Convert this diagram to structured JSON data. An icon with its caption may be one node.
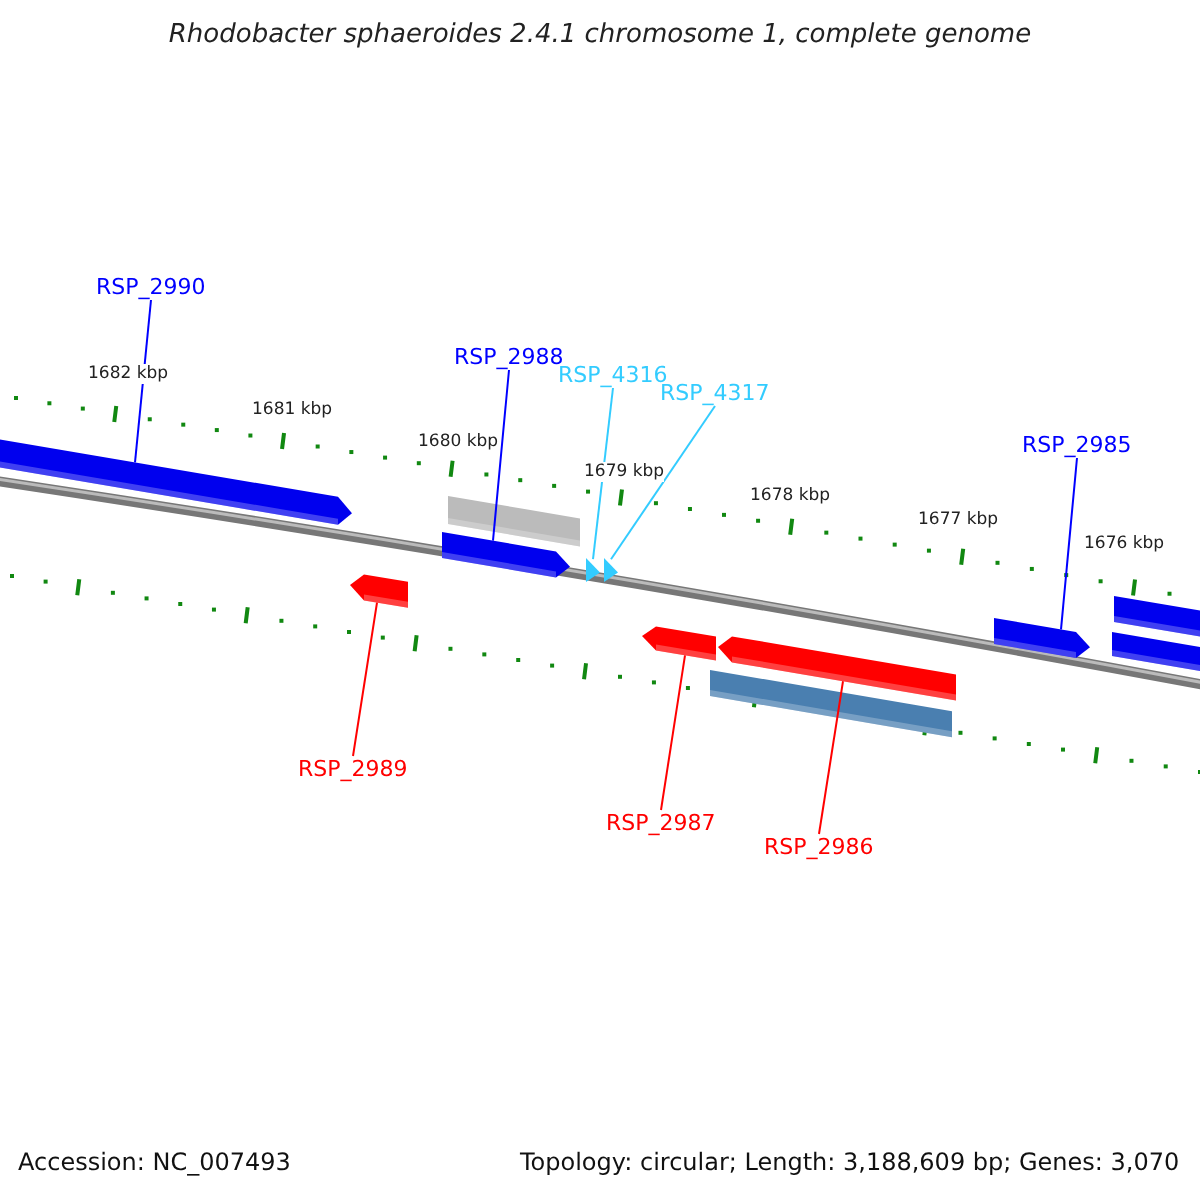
{
  "diagram": {
    "title": "Rhodobacter sphaeroides 2.4.1 chromosome 1, complete genome",
    "nodes": [
      {
        "text": [
          "RSP_2990"
        ]
      },
      {
        "text": [
          "RSP_2988"
        ]
      },
      {
        "text": [
          "RSP_4316"
        ]
      },
      {
        "text": [
          "RSP_4317"
        ]
      },
      {
        "text": [
          "RSP_2985"
        ]
      },
      {
        "text": [
          "RSP_2989"
        ]
      },
      {
        "text": [
          "RSP_2987"
        ]
      },
      {
        "text": [
          "RSP_2986"
        ]
      },
      {
        "text": [],
        "shape": "bar"
      },
      {
        "text": [],
        "shape": "bar"
      },
      {
        "text": [],
        "shape": "bar"
      },
      {
        "text": [],
        "shape": "bar"
      },
      {
        "text": [],
        "shape": "bar"
      },
      {
        "text": [],
        "shape": "bar"
      },
      {
        "text": [],
        "shape": "bar"
      },
      {
        "text": [],
        "shape": "bar"
      },
      {
        "text": [],
        "shape": "bar"
      },
      {
        "text": [],
        "shape": "bar"
      },
      {
        "text": [],
        "shape": "bar"
      },
      {
        "text": [],
        "shape": "bar"
      }
    ],
    "edges": [
      {
        "from": 0,
        "to": 8,
        "arrow": "none",
        "color": "#0000ff"
      },
      {
        "from": 1,
        "to": 10,
        "arrow": "none",
        "color": "#0000ff"
      },
      {
        "from": 2,
        "to": 12,
        "arrow": "none",
        "color": "#33ccff"
      },
      {
        "from": 3,
        "to": 13,
        "arrow": "none",
        "color": "#33ccff"
      },
      {
        "from": 4,
        "to": 17,
        "arrow": "none",
        "color": "#0000ff"
      },
      {
        "from": 5,
        "to": 11,
        "arrow": "none",
        "color": "#ff0000"
      },
      {
        "from": 6,
        "to": 14,
        "arrow": "none",
        "color": "#ff0000"
      },
      {
        "from": 7,
        "to": 15,
        "arrow": "none",
        "color": "#ff0000"
      }
    ],
    "labels": [
      "1682 kbp",
      "1681 kbp",
      "1680 kbp",
      "1679 kbp",
      "1678 kbp",
      "1677 kbp",
      "1676 kbp",
      "Accession: NC_007493",
      "Topology: circular; Length: 3,188,609 bp; Genes: 3,070"
    ]
  }
}
